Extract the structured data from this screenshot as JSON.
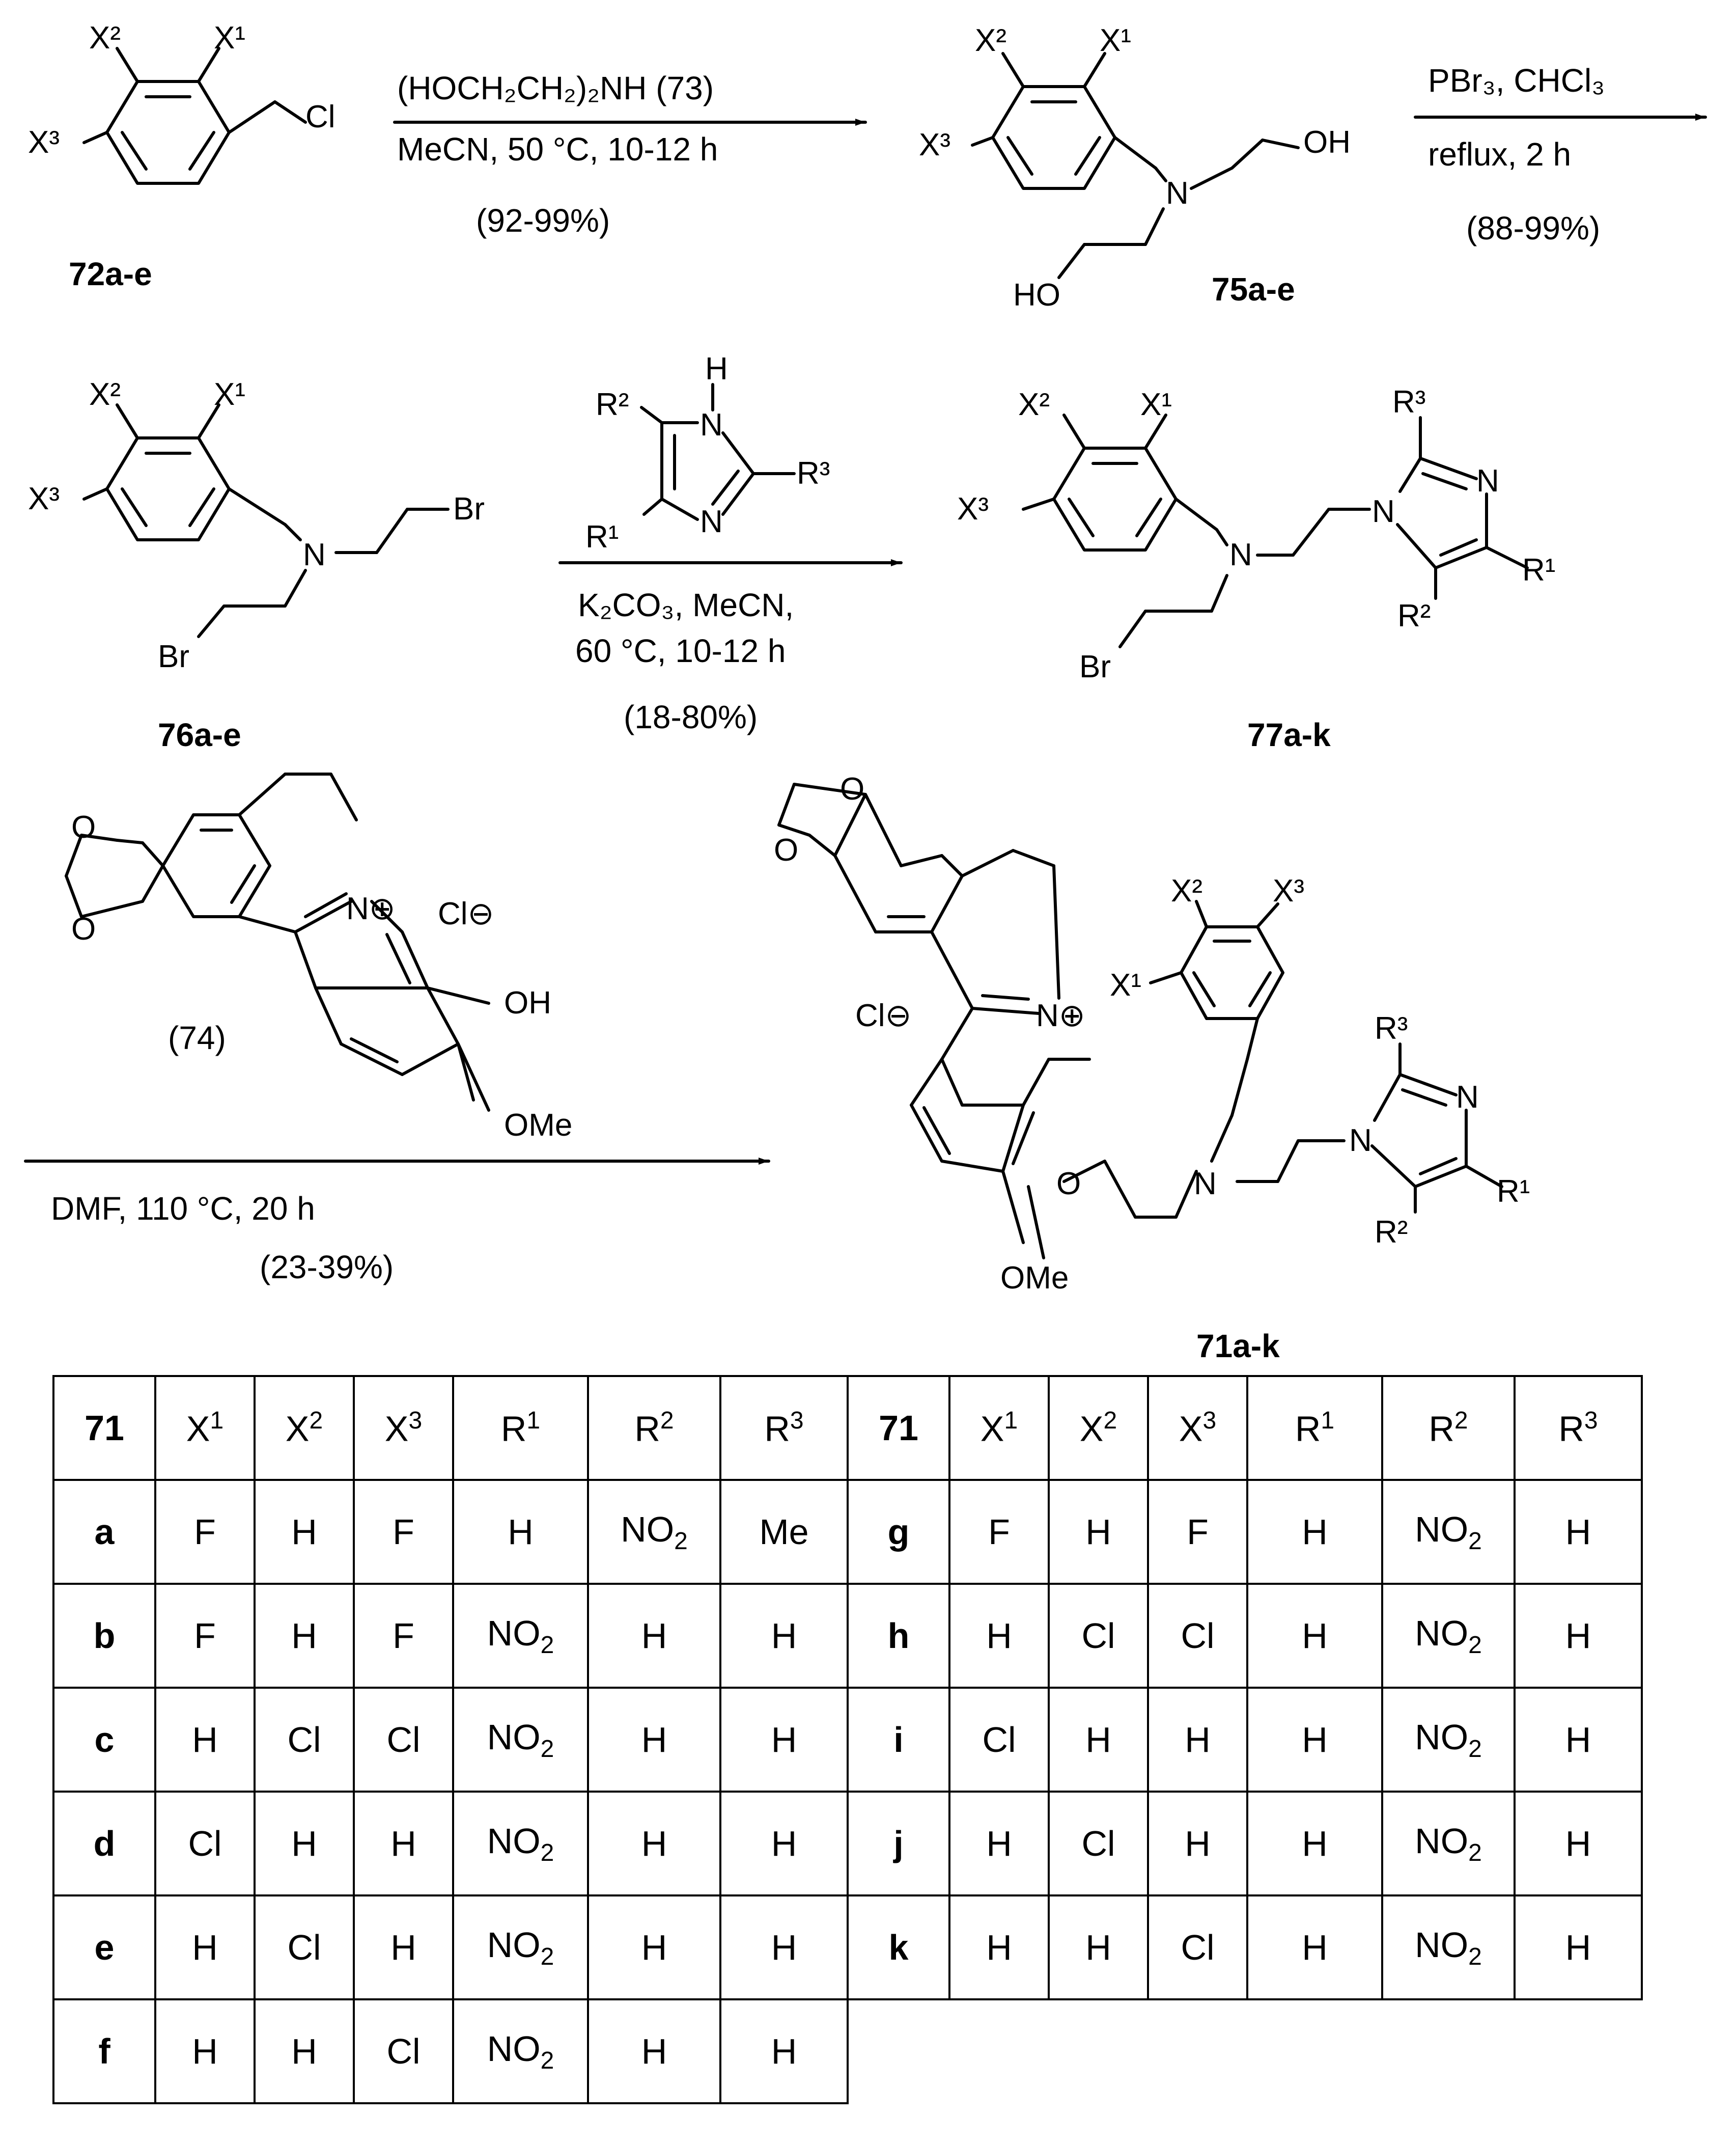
{
  "steps": {
    "step1": {
      "reagent_line1": "(HOCH₂CH₂)₂NH (73)",
      "reagent_line2": "MeCN, 50 °C, 10-12 h",
      "yield": "(92-99%)"
    },
    "step2": {
      "reagent_line1": "PBr₃, CHCl₃",
      "reagent_line2": "reflux, 2 h",
      "yield": "(88-99%)"
    },
    "step3": {
      "reagent_line1": "K₂CO₃, MeCN,",
      "reagent_line2": "60 °C, 10-12 h",
      "yield": "(18-80%)"
    },
    "step4": {
      "reagent_line1": "DMF, 110 °C, 20 h",
      "yield": "(23-39%)"
    }
  },
  "compounds": {
    "c72": "72a-e",
    "c75": "75a-e",
    "c76": "76a-e",
    "c77": "77a-k",
    "c74": "(74)",
    "c71": "71a-k"
  },
  "atoms": {
    "X1": "X¹",
    "X2": "X²",
    "X3": "X³",
    "R1": "R¹",
    "R2": "R²",
    "R3": "R³",
    "Cl": "Cl",
    "OH": "OH",
    "HO": "HO",
    "Br": "Br",
    "N": "N",
    "H": "H",
    "O": "O",
    "OMe": "OMe",
    "Clminus": "Cl⊖",
    "Nplus": "N⊕"
  },
  "table": {
    "headers": [
      "71",
      "X1",
      "X2",
      "X3",
      "R1",
      "R2",
      "R3"
    ],
    "left_rows": [
      [
        "a",
        "F",
        "H",
        "F",
        "H",
        "NO2",
        "Me"
      ],
      [
        "b",
        "F",
        "H",
        "F",
        "NO2",
        "H",
        "H"
      ],
      [
        "c",
        "H",
        "Cl",
        "Cl",
        "NO2",
        "H",
        "H"
      ],
      [
        "d",
        "Cl",
        "H",
        "H",
        "NO2",
        "H",
        "H"
      ],
      [
        "e",
        "H",
        "Cl",
        "H",
        "NO2",
        "H",
        "H"
      ],
      [
        "f",
        "H",
        "H",
        "Cl",
        "NO2",
        "H",
        "H"
      ]
    ],
    "right_rows": [
      [
        "g",
        "F",
        "H",
        "F",
        "H",
        "NO2",
        "H"
      ],
      [
        "h",
        "H",
        "Cl",
        "Cl",
        "H",
        "NO2",
        "H"
      ],
      [
        "i",
        "Cl",
        "H",
        "H",
        "H",
        "NO2",
        "H"
      ],
      [
        "j",
        "H",
        "Cl",
        "H",
        "H",
        "NO2",
        "H"
      ],
      [
        "k",
        "H",
        "H",
        "Cl",
        "H",
        "NO2",
        "H"
      ]
    ]
  }
}
